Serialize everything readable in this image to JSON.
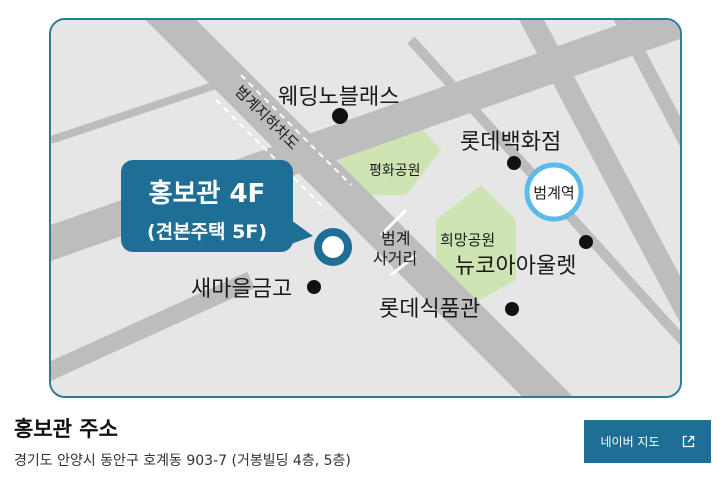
{
  "map": {
    "labels": {
      "wedding": "웨딩노블래스",
      "underpass": "범계지하차도",
      "lotte_dept": "롯데백화점",
      "pyeonghwa_park": "평화공원",
      "beomgye_station": "범계역",
      "hongbo_title": "홍보관 4F",
      "hongbo_sub": "(견본주택 5F)",
      "heemang_park": "희망공원",
      "intersection_1": "범계",
      "intersection_2": "사거리",
      "new_core": "뉴코아아울렛",
      "saemaeul": "새마을금고",
      "lotte_food": "롯데식품관"
    },
    "colors": {
      "frame": "#2b7aa0",
      "road": "#b9b9b9",
      "block": "#e6e6e6",
      "park": "#cfe4b3",
      "callout": "#1f6e95",
      "station": "#5bbbe8",
      "marker": "#111111"
    }
  },
  "footer": {
    "title": "홍보관 주소",
    "address": "경기도 안양시 동안구 호계동 903-7 (거봉빌딩 4층, 5층)",
    "naver_button_label": "네이버 지도",
    "naver_button_icon": "external-link-icon"
  }
}
